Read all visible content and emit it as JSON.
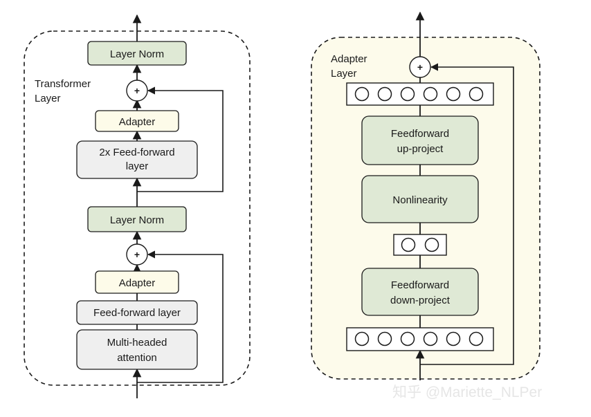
{
  "transformer": {
    "title_line1": "Transformer",
    "title_line2": "Layer",
    "layer_norm_top": "Layer Norm",
    "plus_top": "+",
    "adapter_top": "Adapter",
    "ffn2x_line1": "2x Feed-forward",
    "ffn2x_line2": "layer",
    "layer_norm_bottom": "Layer Norm",
    "plus_bottom": "+",
    "adapter_bottom": "Adapter",
    "ffn": "Feed-forward layer",
    "mha_line1": "Multi-headed",
    "mha_line2": "attention"
  },
  "adapter": {
    "title_line1": "Adapter",
    "title_line2": "Layer",
    "plus": "+",
    "up_line1": "Feedforward",
    "up_line2": "up-project",
    "nonlinearity": "Nonlinearity",
    "down_line1": "Feedforward",
    "down_line2": "down-project"
  },
  "watermark": "知乎 @Mariette_NLPer",
  "colors": {
    "layer_norm": "#dfe9d5",
    "adapter_box": "#fdfbe9",
    "ffn_gray": "#efefef",
    "adapter_panel_bg": "#fdfbeb",
    "stroke": "#1a1a1a"
  }
}
